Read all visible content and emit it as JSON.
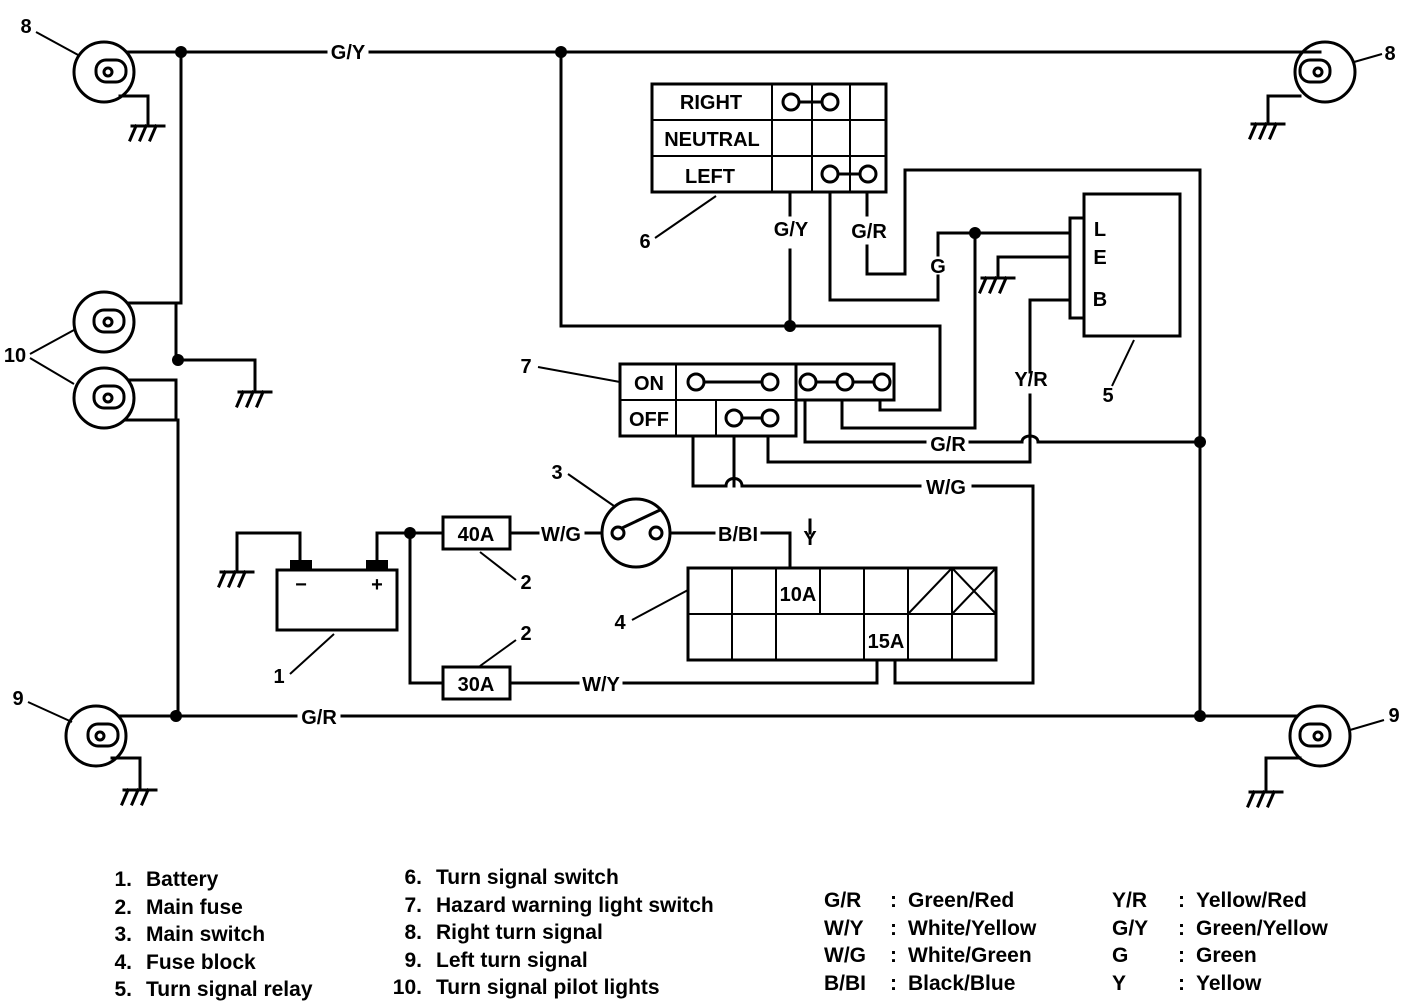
{
  "wires": {
    "gy_top": "G/Y",
    "gy_switch": "G/Y",
    "gr_switch": "G/R",
    "g_relay": "G",
    "yr_relay": "Y/R",
    "gr_hazard": "G/R",
    "wg_hazard": "W/G",
    "wg_main": "W/G",
    "bbl_main": "B/BI",
    "y_fuse": "Y",
    "wy_fuse": "W/Y",
    "gr_bottom": "G/R"
  },
  "turn_switch": {
    "rows": [
      "RIGHT",
      "NEUTRAL",
      "LEFT"
    ]
  },
  "hazard_switch": {
    "rows": [
      "ON",
      "OFF"
    ]
  },
  "relay": {
    "terminals": [
      "L",
      "E",
      "B"
    ]
  },
  "fuses": {
    "main_top": "40A",
    "main_bottom": "30A",
    "block_a": "10A",
    "block_b": "15A"
  },
  "battery": {
    "neg": "−",
    "pos": "+"
  },
  "callouts": {
    "c1": "1",
    "c2a": "2",
    "c2b": "2",
    "c3": "3",
    "c4": "4",
    "c5": "5",
    "c6": "6",
    "c7": "7",
    "c8l": "8",
    "c8r": "8",
    "c9l": "9",
    "c9r": "9",
    "c10": "10"
  },
  "legend_parts": [
    {
      "n": "1.",
      "label": "Battery"
    },
    {
      "n": "2.",
      "label": "Main fuse"
    },
    {
      "n": "3.",
      "label": "Main switch"
    },
    {
      "n": "4.",
      "label": "Fuse block"
    },
    {
      "n": "5.",
      "label": "Turn signal relay"
    },
    {
      "n": "6.",
      "label": "Turn signal switch"
    },
    {
      "n": "7.",
      "label": "Hazard warning light switch"
    },
    {
      "n": "8.",
      "label": "Right turn signal"
    },
    {
      "n": "9.",
      "label": "Left turn signal"
    },
    {
      "n": "10.",
      "label": "Turn signal pilot lights"
    }
  ],
  "legend_colors": [
    {
      "code": "G/R",
      "sep": ":",
      "name": "Green/Red"
    },
    {
      "code": "W/Y",
      "sep": ":",
      "name": "White/Yellow"
    },
    {
      "code": "W/G",
      "sep": ":",
      "name": "White/Green"
    },
    {
      "code": "B/BI",
      "sep": ":",
      "name": "Black/Blue"
    },
    {
      "code": "Y/R",
      "sep": ":",
      "name": "Yellow/Red"
    },
    {
      "code": "G/Y",
      "sep": ":",
      "name": "Green/Yellow"
    },
    {
      "code": "G",
      "sep": ":",
      "name": "Green"
    },
    {
      "code": "Y",
      "sep": ":",
      "name": "Yellow"
    }
  ]
}
